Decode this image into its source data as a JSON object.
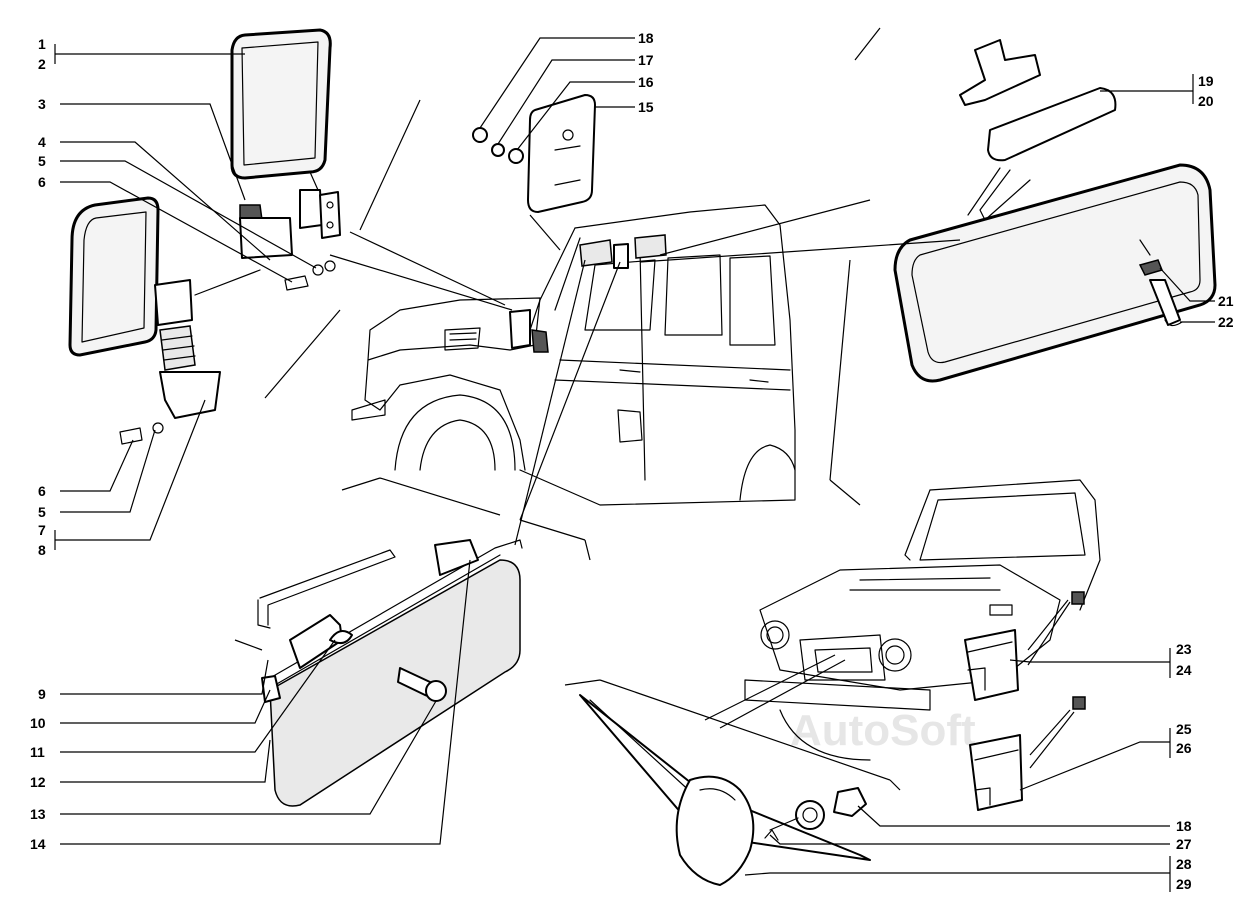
{
  "watermark": "AutoSoft",
  "colors": {
    "line": "#000000",
    "background": "#ffffff",
    "shade": "#e9e9e9"
  },
  "callouts": [
    {
      "id": "c1",
      "text": "1"
    },
    {
      "id": "c2",
      "text": "2"
    },
    {
      "id": "c3",
      "text": "3"
    },
    {
      "id": "c4",
      "text": "4"
    },
    {
      "id": "c5a",
      "text": "5"
    },
    {
      "id": "c6a",
      "text": "6"
    },
    {
      "id": "c6b",
      "text": "6"
    },
    {
      "id": "c5b",
      "text": "5"
    },
    {
      "id": "c7",
      "text": "7"
    },
    {
      "id": "c8",
      "text": "8"
    },
    {
      "id": "c9",
      "text": "9"
    },
    {
      "id": "c10",
      "text": "10"
    },
    {
      "id": "c11",
      "text": "11"
    },
    {
      "id": "c12",
      "text": "12"
    },
    {
      "id": "c13",
      "text": "13"
    },
    {
      "id": "c14",
      "text": "14"
    },
    {
      "id": "c18a",
      "text": "18"
    },
    {
      "id": "c17",
      "text": "17"
    },
    {
      "id": "c16",
      "text": "16"
    },
    {
      "id": "c15",
      "text": "15"
    },
    {
      "id": "c19",
      "text": "19"
    },
    {
      "id": "c20",
      "text": "20"
    },
    {
      "id": "c21",
      "text": "21"
    },
    {
      "id": "c22",
      "text": "22"
    },
    {
      "id": "c23",
      "text": "23"
    },
    {
      "id": "c24",
      "text": "24"
    },
    {
      "id": "c25",
      "text": "25"
    },
    {
      "id": "c26",
      "text": "26"
    },
    {
      "id": "c18b",
      "text": "18"
    },
    {
      "id": "c27",
      "text": "27"
    },
    {
      "id": "c28",
      "text": "28"
    },
    {
      "id": "c29",
      "text": "29"
    }
  ]
}
